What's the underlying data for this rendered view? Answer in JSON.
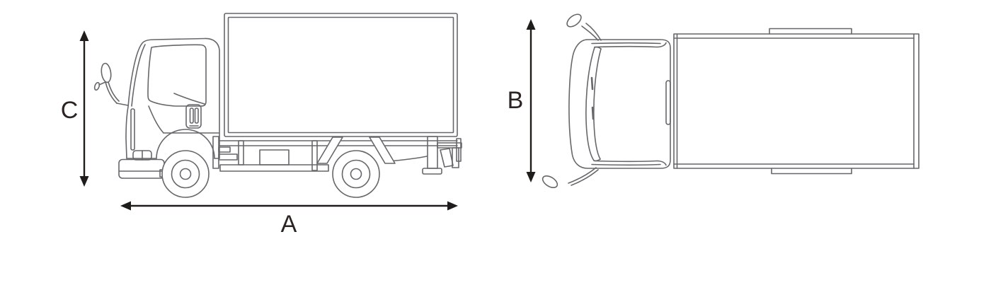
{
  "labels": {
    "length": "A",
    "width": "B",
    "height": "C"
  },
  "colors": {
    "truck_line": "#66676a",
    "dimension": "#201c1b",
    "label_text": "#2b2422"
  }
}
